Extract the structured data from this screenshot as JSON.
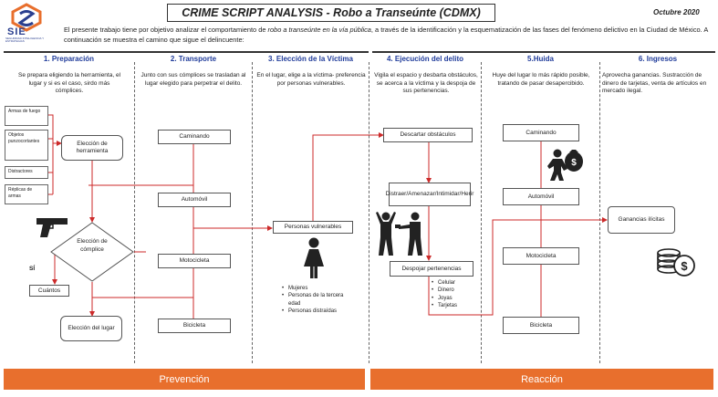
{
  "header": {
    "logo_text": "SIE",
    "logo_sub": "SEGURIDAD INTELIGENCIA Y ESTRATEGIAS",
    "title": "CRIME SCRIPT ANALYSIS - Robo a Transeúnte (CDMX)",
    "date": "Octubre 2020"
  },
  "intro": {
    "part1": "El presente trabajo tiene por objetivo analizar el comportamiento de",
    "part2": "robo a transeúnte en la vía pública",
    "part3": ", a través de la identificación y la esquematización de las fases del fenómeno delictivo en la Ciudad de México. A continuación se muestra el camino que sigue el delincuente:"
  },
  "columns": [
    {
      "head": "1. Preparación",
      "desc": "Se prepara eligiendo la herramienta, el lugar y si es el caso, sirdo más cómplices."
    },
    {
      "head": "2. Transporte",
      "desc": "Junto con sus cómplices se trasladan al lugar elegido para perpetrar el delito."
    },
    {
      "head": "3. Elección de la Víctima",
      "desc": "En el lugar, elige a la víctima- preferencia por personas vulnerables."
    },
    {
      "head": "4. Ejecución del delito",
      "desc": "Vigila el espacio y desbarta obstáculos, se acerca a la víctima y la despoja de sus pertenencias."
    },
    {
      "head": "5.Huida",
      "desc": "Huye del lugar lo más rápido posible, tratando de pasar desapercibido."
    },
    {
      "head": "6. Ingresos",
      "desc": "Aprovecha ganancias. Sustracción de dinero de tarjetas, venta de artículos en mercado ilegal."
    }
  ],
  "preparation": {
    "tools": [
      "Armas de fuego",
      "Objetos punzocortantes",
      "Distractores",
      "Réplicas de armas"
    ],
    "tool_choice": "Elección de herramienta",
    "accomplice_decision": "Elección de cómplice",
    "yes_label": "SÍ",
    "how_many": "Cuántos",
    "place_choice": "Elección del lugar"
  },
  "transport": [
    "Caminando",
    "Automóvil",
    "Motocicleta",
    "Bicicleta"
  ],
  "victim": {
    "box": "Personas vulnerables",
    "list": [
      "Mujeres",
      "Personas de la tercera edad",
      "Personas distraídas"
    ]
  },
  "execution": {
    "steps": [
      "Descartar obstáculos",
      "Distraer/Amenazar/Intimidar/Herir",
      "Despojar pertenencias"
    ],
    "items": [
      "Celular",
      "Dinero",
      "Joyas",
      "Tarjetas"
    ]
  },
  "escape": [
    "Caminando",
    "Automóvil",
    "Motocicleta",
    "Bicicleta"
  ],
  "income": {
    "box": "Ganancias ilícitas"
  },
  "bands": {
    "left": "Prevención",
    "right": "Reacción"
  },
  "colors": {
    "accent": "#1f3b9a",
    "arrow": "#cc2a2a",
    "band": "#e86f2d",
    "logo_orange": "#e86f2d"
  },
  "icons": [
    "sie-logo-icon",
    "pistol-icon",
    "woman-icon",
    "threat-scene-icon",
    "thief-with-bag-icon",
    "money-stack-icon"
  ]
}
